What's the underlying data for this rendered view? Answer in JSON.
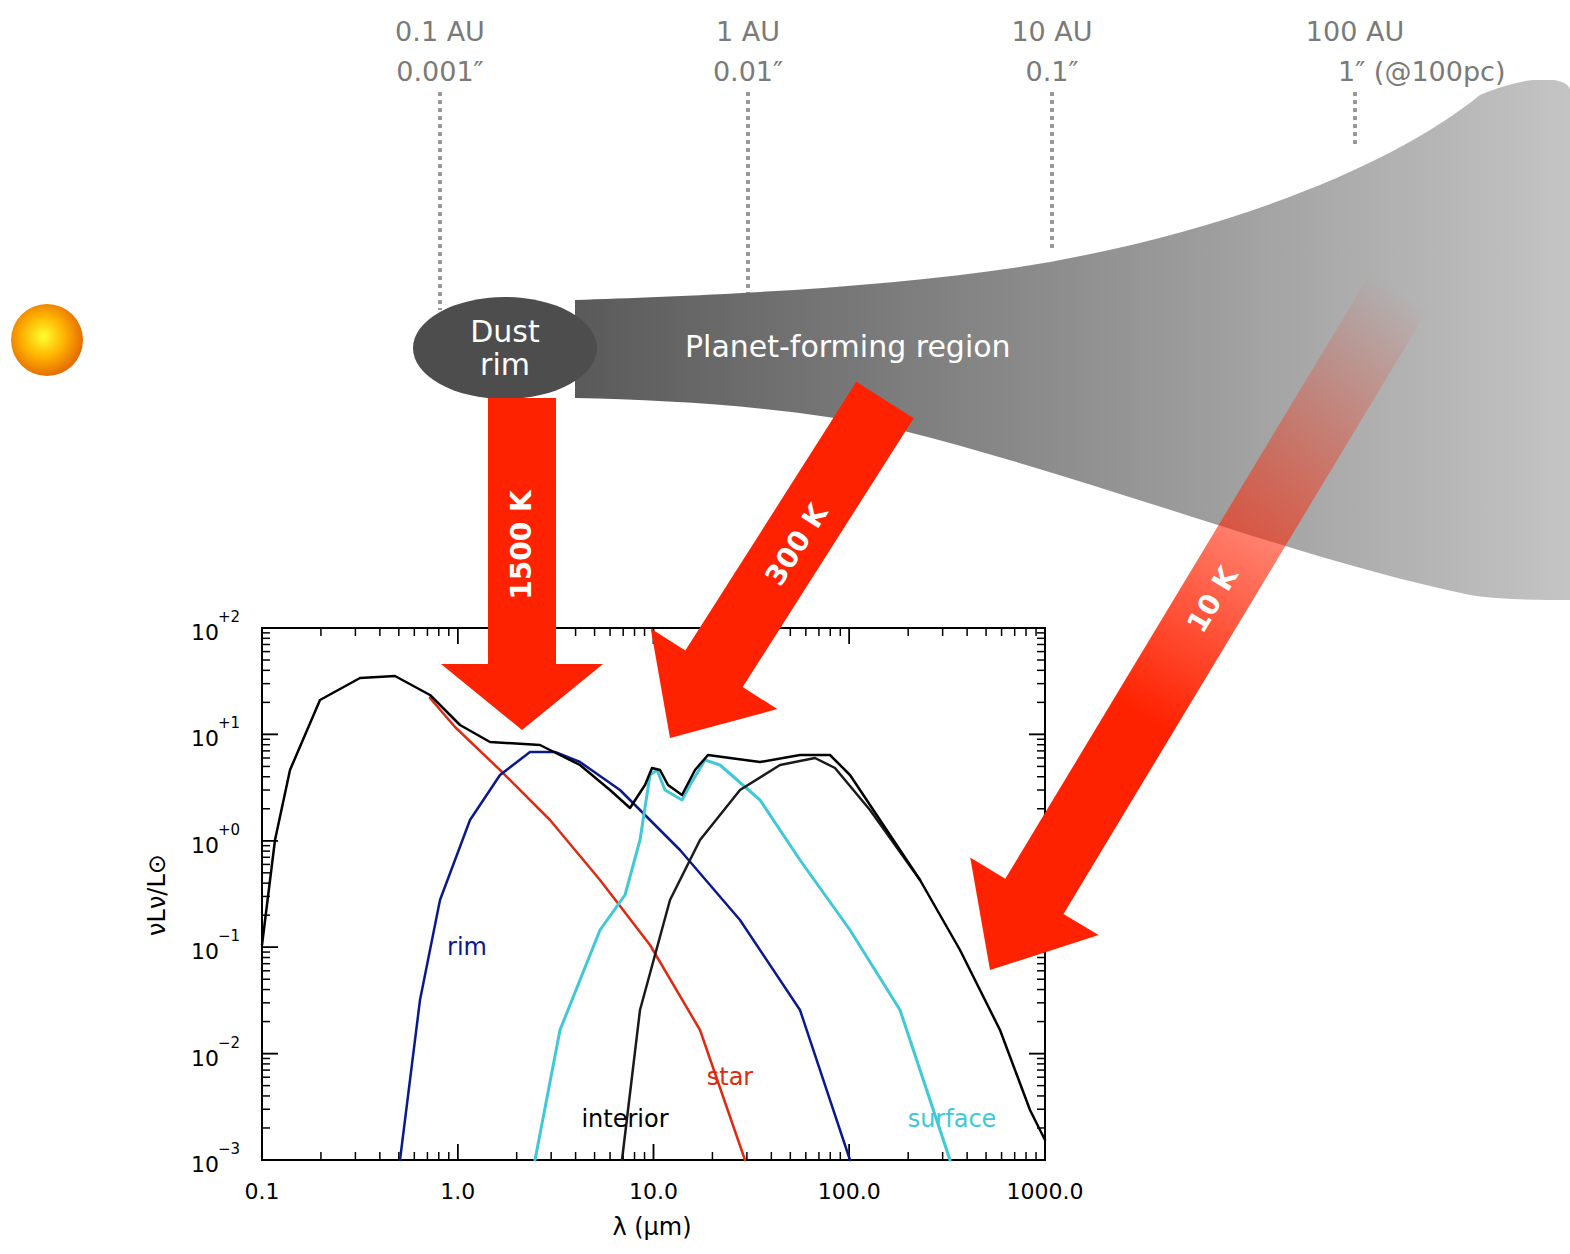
{
  "diagram": {
    "nodes": [
      {
        "text": [
          "Dust rim"
        ]
      },
      {
        "text": [
          "Planet-forming region"
        ]
      }
    ],
    "labels": [
      "0.1 AU",
      "0.001″",
      "1 AU",
      "0.01″",
      "10 AU",
      "0.1″",
      "100 AU",
      "1″ (@100pc)",
      "1500 K",
      "300 K",
      "10 K",
      "10",
      "+2",
      "10",
      "+1",
      "10",
      "+0",
      "10",
      "−1",
      "10",
      "−2",
      "10",
      "−3",
      "0.1",
      "1.0",
      "10.0",
      "100.0",
      "1000.0",
      "νLν/L⊙",
      "λ (μm)",
      "rim",
      "star",
      "interior",
      "surface"
    ]
  }
}
